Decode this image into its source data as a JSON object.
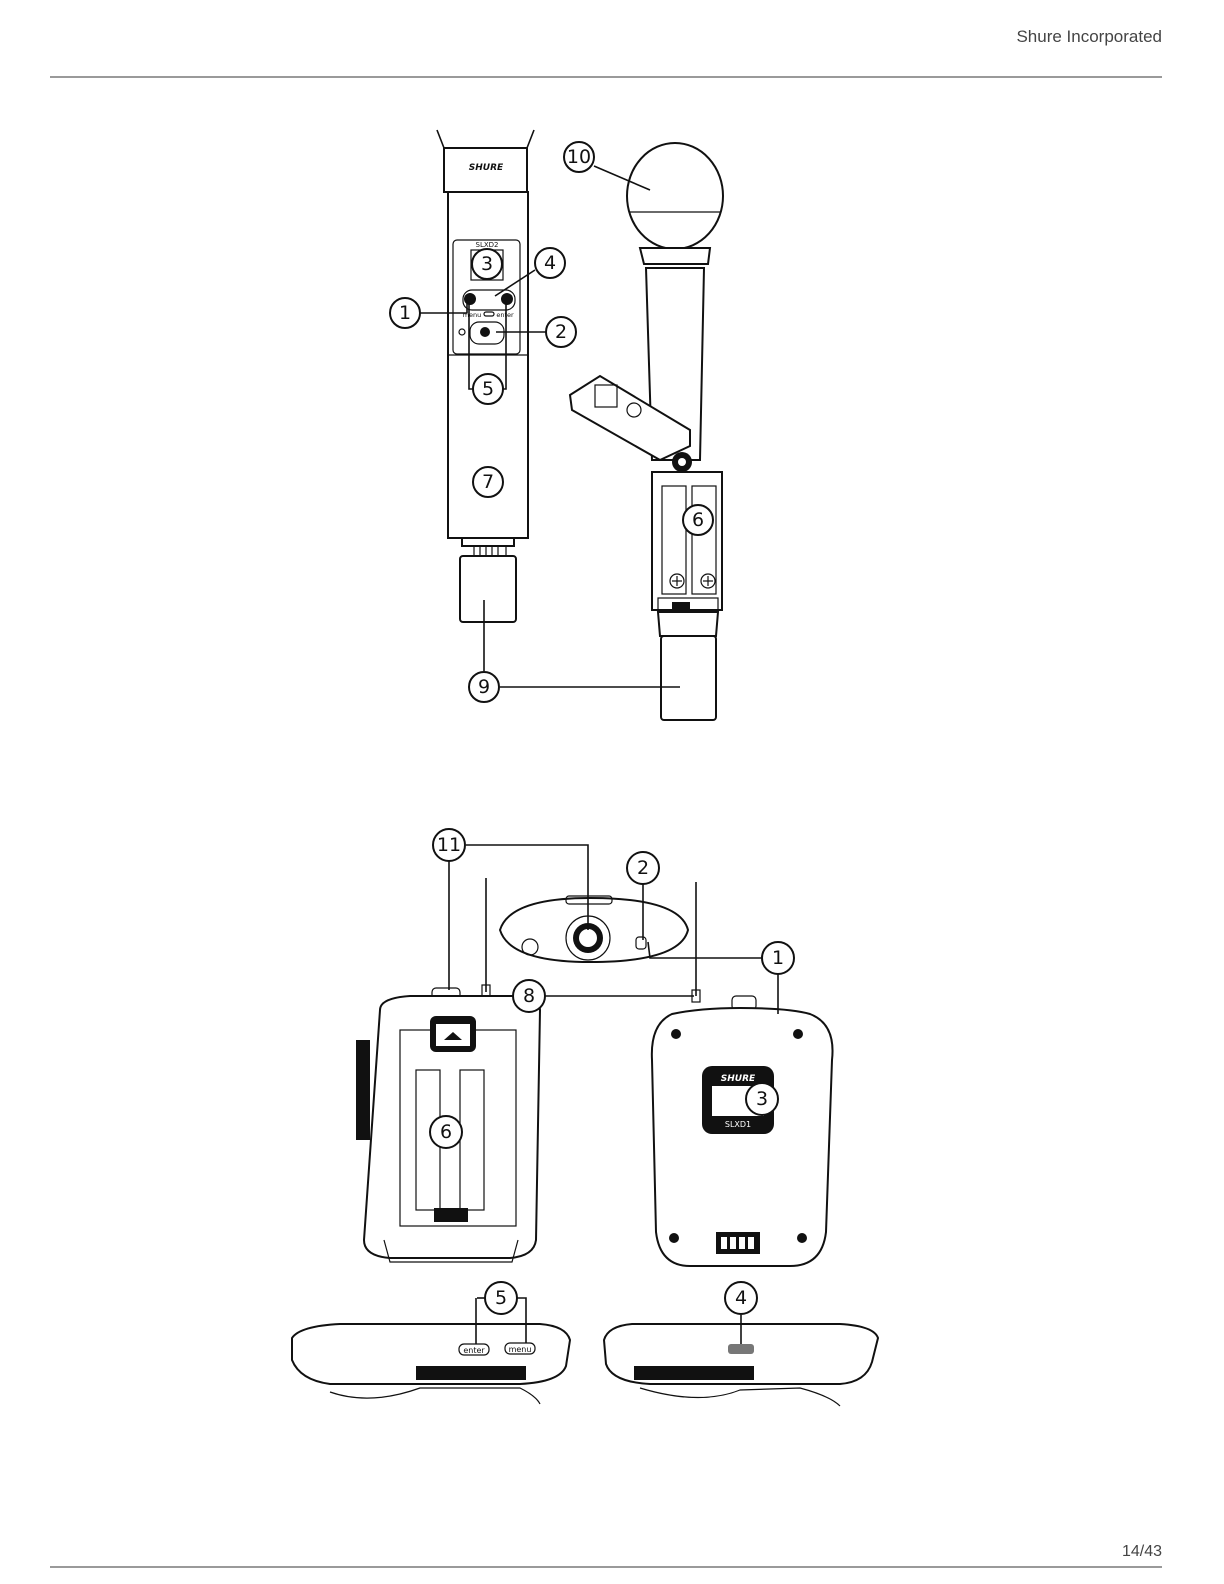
{
  "header": {
    "company": "Shure Incorporated"
  },
  "footer": {
    "page": "14/43"
  },
  "figure_top": {
    "brand": "SHURE",
    "model": "SLXD2",
    "button_left": "menu",
    "button_right": "enter",
    "callouts": [
      "1",
      "2",
      "3",
      "4",
      "5",
      "6",
      "7",
      "9",
      "10"
    ]
  },
  "figure_bottom": {
    "brand": "SHURE",
    "model": "SLXD1",
    "button_enter": "enter",
    "button_menu": "menu",
    "callouts": [
      "11",
      "2",
      "1",
      "8",
      "6",
      "3",
      "5",
      "4"
    ]
  }
}
